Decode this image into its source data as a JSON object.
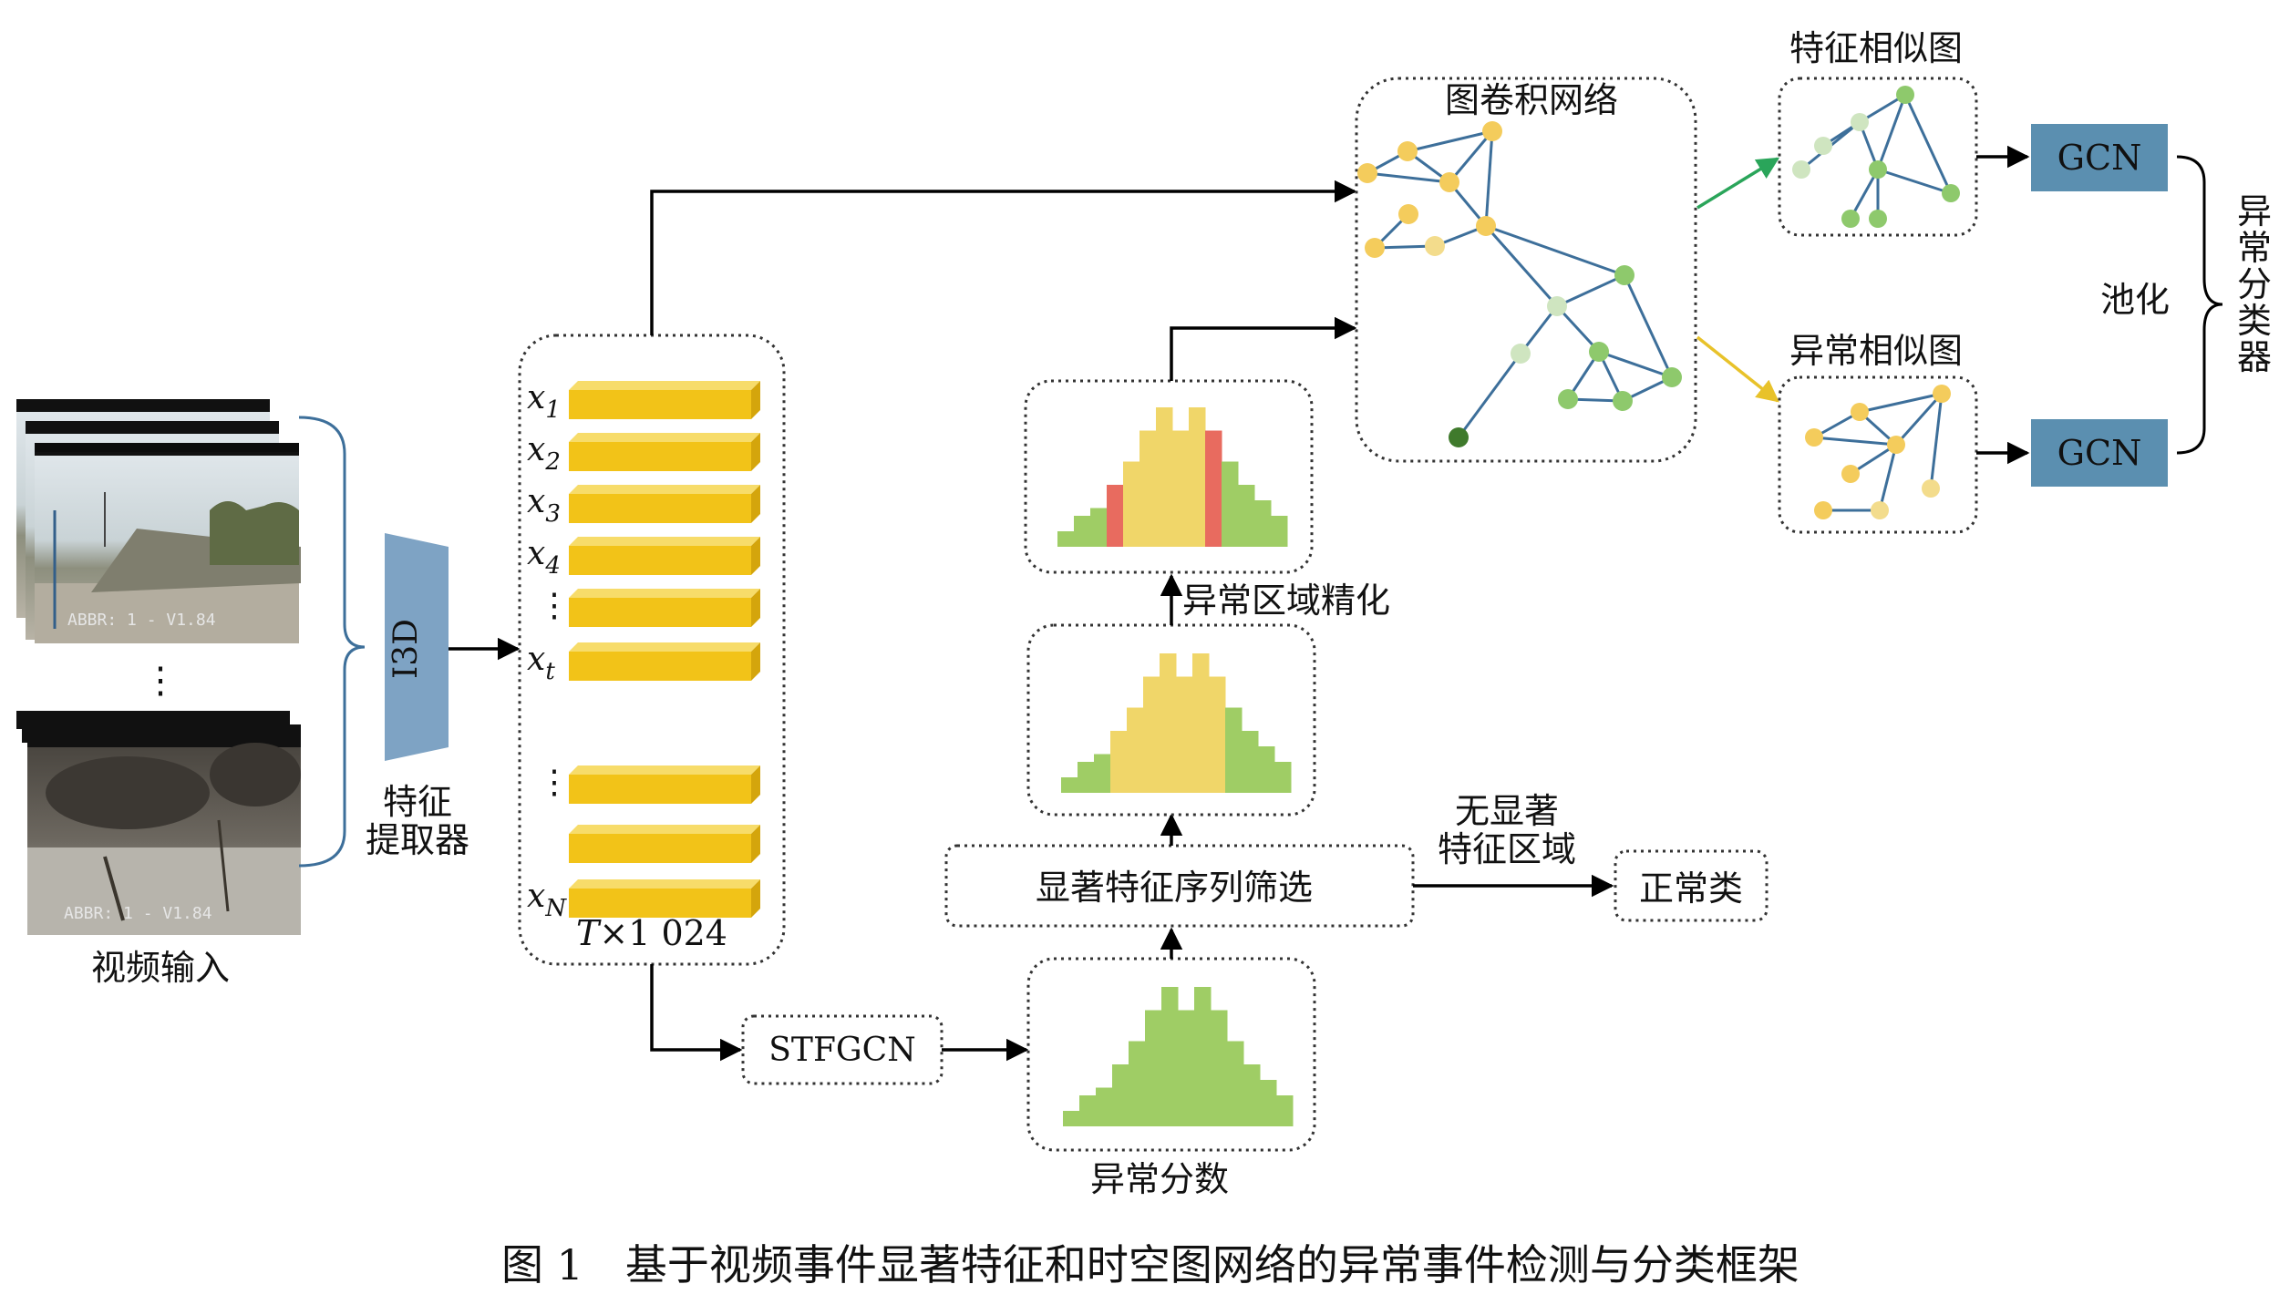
{
  "caption": "图 1　基于视频事件显著特征和时空图网络的异常事件检测与分类框架",
  "input": {
    "label": "视频输入",
    "frame_overlay_text": [
      "ABBR: 1 - V1.84",
      "ABBR: 1 - V1.84"
    ]
  },
  "extractor": {
    "block_label": "I3D",
    "label_line1": "特征",
    "label_line2": "提取器"
  },
  "features": {
    "rows": [
      {
        "label": "x",
        "sub": "1"
      },
      {
        "label": "x",
        "sub": "2"
      },
      {
        "label": "x",
        "sub": "3"
      },
      {
        "label": "x",
        "sub": "4"
      },
      {
        "label": "⋮",
        "sub": ""
      },
      {
        "label": "x",
        "sub": "t"
      },
      {
        "label": "⋮",
        "sub": ""
      },
      {
        "label": "",
        "sub": ""
      },
      {
        "label": "x",
        "sub": "N"
      }
    ],
    "dim_label_T": "T",
    "dim_label_rest": "×1 024"
  },
  "stfgcn": {
    "label": "STFGCN"
  },
  "score": {
    "label": "异常分数"
  },
  "filter": {
    "label": "显著特征序列筛选"
  },
  "no_region": {
    "line1": "无显著",
    "line2": "特征区域"
  },
  "normal": {
    "label": "正常类"
  },
  "refine": {
    "label": "异常区域精化"
  },
  "gcn_network": {
    "label": "图卷积网络"
  },
  "feature_graph": {
    "label": "特征相似图"
  },
  "anomaly_graph": {
    "label": "异常相似图"
  },
  "gcn_blocks": [
    "GCN",
    "GCN"
  ],
  "pooling": {
    "label": "池化"
  },
  "classifier": {
    "label": "异常分类器"
  },
  "colors": {
    "feature_bar": "#f2c318",
    "feature_bar_top": "#f7dc6a",
    "feature_bar_side": "#d4a50c",
    "green_hist": "#9fcd65",
    "yellow_hist": "#f0d669",
    "red_hist": "#e86b5f",
    "gcn_block": "#5b8fb0",
    "i3d_block": "#7ea3c4",
    "node_yellow": "#f4cc5c",
    "node_light_yellow": "#f3dc8c",
    "node_green": "#8ec96c",
    "node_light_green": "#cfe5c0",
    "node_dark_green": "#3f7a2c",
    "edge": "#3d6f9a",
    "arrow_green": "#2aa55a",
    "arrow_yellow": "#e8c22a"
  }
}
